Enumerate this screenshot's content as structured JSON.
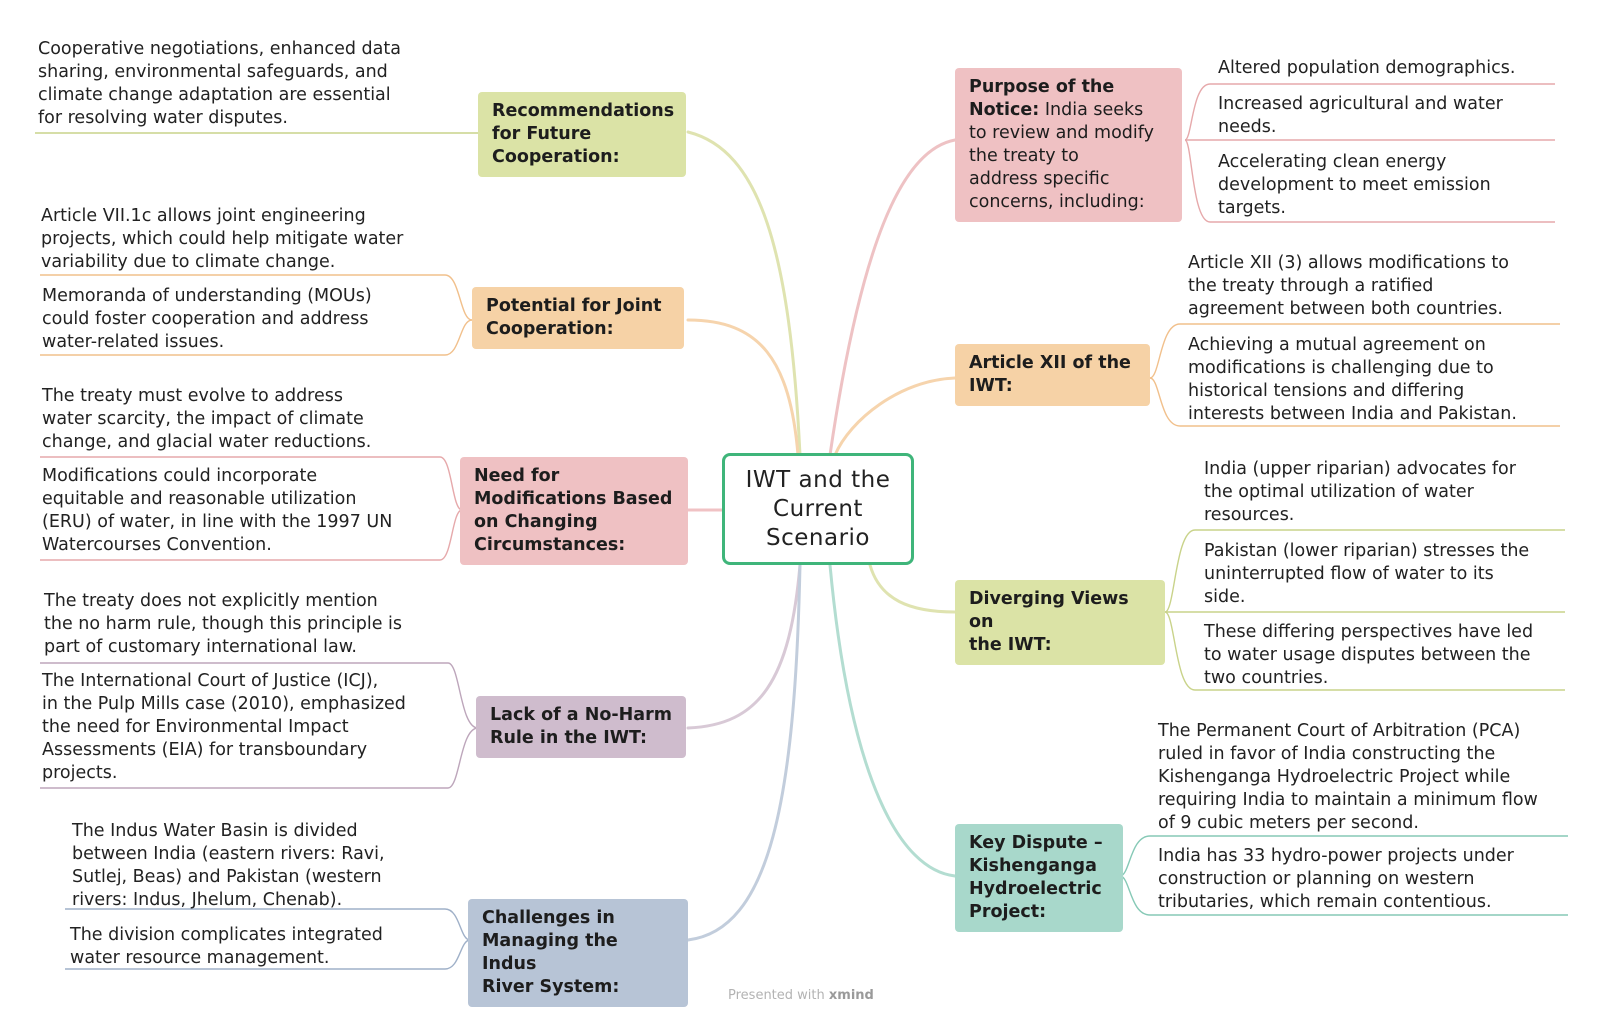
{
  "center": {
    "line1": "IWT and the",
    "line2": "Current",
    "line3": "Scenario"
  },
  "branches": {
    "recommendations": {
      "label": [
        "Recommendations",
        "for Future",
        "Cooperation:"
      ],
      "leaves": [
        [
          "Cooperative negotiations, enhanced data",
          "sharing, environmental safeguards, and",
          "climate change adaptation are essential",
          "for resolving water disputes."
        ]
      ]
    },
    "joint": {
      "label": [
        "Potential for Joint",
        "Cooperation:"
      ],
      "leaves": [
        [
          "Article VII.1c allows joint engineering",
          "projects, which could help mitigate water",
          "variability due to climate change."
        ],
        [
          "Memoranda of understanding (MOUs)",
          "could foster cooperation and address",
          "water-related issues."
        ]
      ]
    },
    "modifications": {
      "label": [
        "Need for",
        "Modifications Based",
        "on Changing",
        "Circumstances:"
      ],
      "leaves": [
        [
          "The treaty must evolve to address",
          "water scarcity, the impact of climate",
          "change, and glacial water reductions."
        ],
        [
          "Modifications could incorporate",
          "equitable and reasonable utilization",
          "(ERU) of water, in line with the 1997 UN",
          "Watercourses Convention."
        ]
      ]
    },
    "noharm": {
      "label": [
        "Lack of a No-Harm",
        "Rule in the IWT:"
      ],
      "leaves": [
        [
          "The treaty does not explicitly mention",
          "the no harm rule, though this principle is",
          "part of customary international law."
        ],
        [
          "The International Court of Justice (ICJ),",
          "in the Pulp Mills case (2010), emphasized",
          "the need for Environmental Impact",
          "Assessments (EIA) for transboundary",
          "projects."
        ]
      ]
    },
    "challenges": {
      "label": [
        "Challenges in",
        "Managing the Indus",
        "River System:"
      ],
      "leaves": [
        [
          "The Indus Water Basin is divided",
          "between India (eastern rivers: Ravi,",
          "Sutlej, Beas) and Pakistan (western",
          "rivers: Indus, Jhelum, Chenab)."
        ],
        [
          "The division complicates integrated",
          "water resource management."
        ]
      ]
    },
    "purpose": {
      "label_bold": "Purpose of the",
      "label_bold2": "Notice:",
      "label_rest": [
        " India seeks",
        "to review and modify",
        "the treaty to",
        "address specific",
        "concerns, including:"
      ],
      "leaves": [
        [
          "Altered population demographics."
        ],
        [
          "Increased agricultural and water",
          "needs."
        ],
        [
          "Accelerating clean energy",
          "development to meet emission",
          "targets."
        ]
      ]
    },
    "article12": {
      "label": [
        "Article XII of the",
        "IWT:"
      ],
      "leaves": [
        [
          "Article XII (3) allows modifications to",
          "the treaty through a ratified",
          "agreement between both countries."
        ],
        [
          "Achieving a mutual agreement on",
          "modifications is challenging due to",
          "historical tensions and differing",
          "interests between India and Pakistan."
        ]
      ]
    },
    "diverging": {
      "label": [
        "Diverging Views on",
        "the IWT:"
      ],
      "leaves": [
        [
          "India (upper riparian) advocates for",
          "the optimal utilization of water",
          "resources."
        ],
        [
          "Pakistan (lower riparian) stresses the",
          "uninterrupted flow of water to its",
          "side."
        ],
        [
          "These differing perspectives have led",
          "to water usage disputes between the",
          "two countries."
        ]
      ]
    },
    "kishenganga": {
      "label": [
        "Key Dispute –",
        "Kishenganga",
        "Hydroelectric",
        "Project:"
      ],
      "leaves": [
        [
          "The Permanent Court of Arbitration (PCA)",
          "ruled in favor of India constructing the",
          "Kishenganga Hydroelectric Project while",
          "requiring India to maintain a minimum flow",
          "of 9 cubic meters per second."
        ],
        [
          "India has 33 hydro-power projects under",
          "construction or planning on western",
          "tributaries, which remain contentious."
        ]
      ]
    }
  },
  "colors": {
    "green": "#c9d38a",
    "orange": "#f1c08c",
    "red": "#e6a9ab",
    "purple": "#bda6bb",
    "blue": "#9fb0c8",
    "teal": "#86c9b6",
    "center_border": "#3fb57a"
  },
  "footer": {
    "presented": "Presented with",
    "brand": "xmind"
  }
}
